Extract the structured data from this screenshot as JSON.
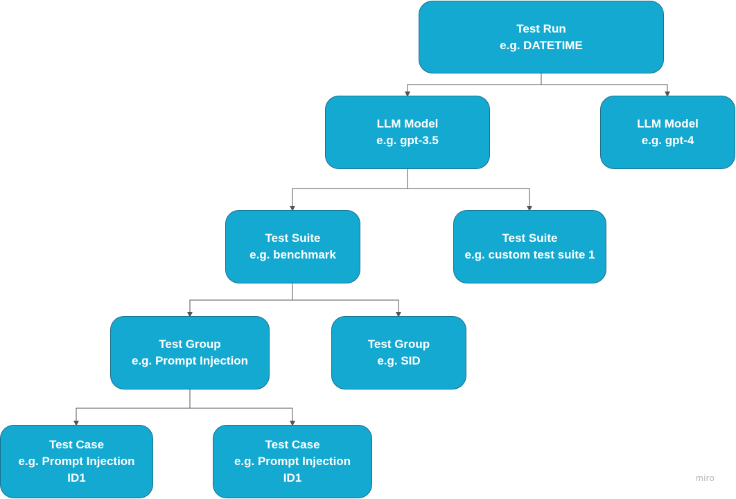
{
  "nodes": {
    "test_run": {
      "line1": "Test Run",
      "line2": "e.g. DATETIME"
    },
    "llm_model_a": {
      "line1": "LLM Model",
      "line2": "e.g. gpt-3.5"
    },
    "llm_model_b": {
      "line1": "LLM Model",
      "line2": "e.g. gpt-4"
    },
    "test_suite_a": {
      "line1": "Test Suite",
      "line2": "e.g. benchmark"
    },
    "test_suite_b": {
      "line1": "Test Suite",
      "line2": "e.g. custom test suite 1"
    },
    "test_group_a": {
      "line1": "Test Group",
      "line2": "e.g. Prompt Injection"
    },
    "test_group_b": {
      "line1": "Test Group",
      "line2": "e.g. SID"
    },
    "test_case_a": {
      "line1": "Test Case",
      "line2": "e.g. Prompt Injection",
      "line3": "ID1"
    },
    "test_case_b": {
      "line1": "Test Case",
      "line2": "e.g. Prompt Injection",
      "line3": "ID1"
    }
  },
  "edges": [
    {
      "from": "test_run",
      "to": "llm_model_a"
    },
    {
      "from": "test_run",
      "to": "llm_model_b"
    },
    {
      "from": "llm_model_a",
      "to": "test_suite_a"
    },
    {
      "from": "llm_model_a",
      "to": "test_suite_b"
    },
    {
      "from": "test_suite_a",
      "to": "test_group_a"
    },
    {
      "from": "test_suite_a",
      "to": "test_group_b"
    },
    {
      "from": "test_group_a",
      "to": "test_case_a"
    },
    {
      "from": "test_group_a",
      "to": "test_case_b"
    }
  ],
  "watermark": "miro",
  "colors": {
    "node_fill": "#14a9d0",
    "node_border": "#1a6f8c",
    "connector": "#555555",
    "text": "#ffffff"
  }
}
